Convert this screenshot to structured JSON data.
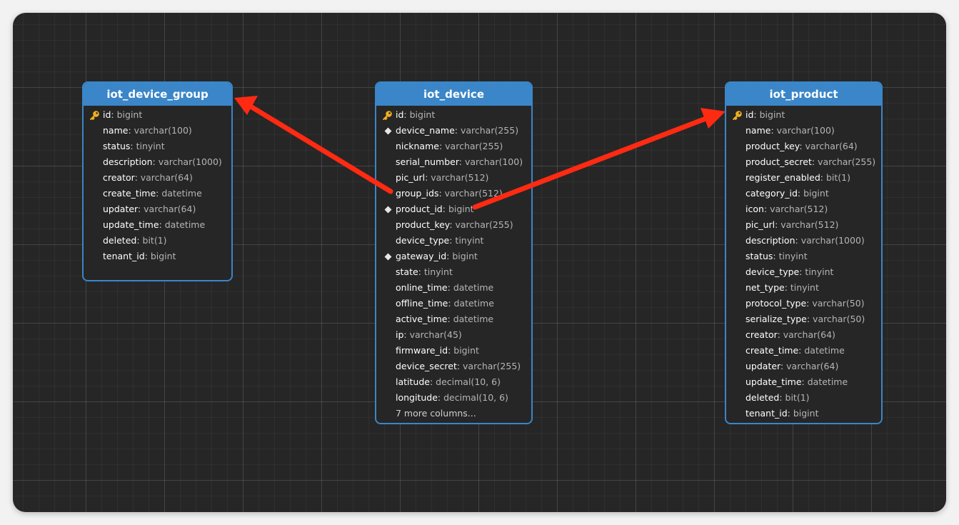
{
  "colors": {
    "canvas": "#262626",
    "header": "#3a86c8",
    "border": "#3a86c8",
    "arrow": "#ff2a12",
    "key": "#f2b01e"
  },
  "tables": [
    {
      "id": "iot_device_group",
      "title": "iot_device_group",
      "columns": [
        {
          "name": "id",
          "type": "bigint",
          "marker": "key"
        },
        {
          "name": "name",
          "type": "varchar(100)"
        },
        {
          "name": "status",
          "type": "tinyint"
        },
        {
          "name": "description",
          "type": "varchar(1000)"
        },
        {
          "name": "creator",
          "type": "varchar(64)"
        },
        {
          "name": "create_time",
          "type": "datetime"
        },
        {
          "name": "updater",
          "type": "varchar(64)"
        },
        {
          "name": "update_time",
          "type": "datetime"
        },
        {
          "name": "deleted",
          "type": "bit(1)"
        },
        {
          "name": "tenant_id",
          "type": "bigint"
        }
      ]
    },
    {
      "id": "iot_device",
      "title": "iot_device",
      "columns": [
        {
          "name": "id",
          "type": "bigint",
          "marker": "key"
        },
        {
          "name": "device_name",
          "type": "varchar(255)",
          "marker": "diamond"
        },
        {
          "name": "nickname",
          "type": "varchar(255)"
        },
        {
          "name": "serial_number",
          "type": "varchar(100)"
        },
        {
          "name": "pic_url",
          "type": "varchar(512)"
        },
        {
          "name": "group_ids",
          "type": "varchar(512)"
        },
        {
          "name": "product_id",
          "type": "bigint",
          "marker": "diamond"
        },
        {
          "name": "product_key",
          "type": "varchar(255)"
        },
        {
          "name": "device_type",
          "type": "tinyint"
        },
        {
          "name": "gateway_id",
          "type": "bigint",
          "marker": "diamond"
        },
        {
          "name": "state",
          "type": "tinyint"
        },
        {
          "name": "online_time",
          "type": "datetime"
        },
        {
          "name": "offline_time",
          "type": "datetime"
        },
        {
          "name": "active_time",
          "type": "datetime"
        },
        {
          "name": "ip",
          "type": "varchar(45)"
        },
        {
          "name": "firmware_id",
          "type": "bigint"
        },
        {
          "name": "device_secret",
          "type": "varchar(255)"
        },
        {
          "name": "latitude",
          "type": "decimal(10, 6)"
        },
        {
          "name": "longitude",
          "type": "decimal(10, 6)"
        }
      ],
      "more": "7 more columns..."
    },
    {
      "id": "iot_product",
      "title": "iot_product",
      "columns": [
        {
          "name": "id",
          "type": "bigint",
          "marker": "key"
        },
        {
          "name": "name",
          "type": "varchar(100)"
        },
        {
          "name": "product_key",
          "type": "varchar(64)"
        },
        {
          "name": "product_secret",
          "type": "varchar(255)"
        },
        {
          "name": "register_enabled",
          "type": "bit(1)"
        },
        {
          "name": "category_id",
          "type": "bigint"
        },
        {
          "name": "icon",
          "type": "varchar(512)"
        },
        {
          "name": "pic_url",
          "type": "varchar(512)"
        },
        {
          "name": "description",
          "type": "varchar(1000)"
        },
        {
          "name": "status",
          "type": "tinyint"
        },
        {
          "name": "device_type",
          "type": "tinyint"
        },
        {
          "name": "net_type",
          "type": "tinyint"
        },
        {
          "name": "protocol_type",
          "type": "varchar(50)"
        },
        {
          "name": "serialize_type",
          "type": "varchar(50)"
        },
        {
          "name": "creator",
          "type": "varchar(64)"
        },
        {
          "name": "create_time",
          "type": "datetime"
        },
        {
          "name": "updater",
          "type": "varchar(64)"
        },
        {
          "name": "update_time",
          "type": "datetime"
        },
        {
          "name": "deleted",
          "type": "bit(1)"
        },
        {
          "name": "tenant_id",
          "type": "bigint"
        }
      ]
    }
  ],
  "relations": [
    {
      "from_table": "iot_device",
      "from_column": "group_ids",
      "to_table": "iot_device_group",
      "to_column": "id"
    },
    {
      "from_table": "iot_device",
      "from_column": "product_id",
      "to_table": "iot_product",
      "to_column": "id"
    }
  ]
}
